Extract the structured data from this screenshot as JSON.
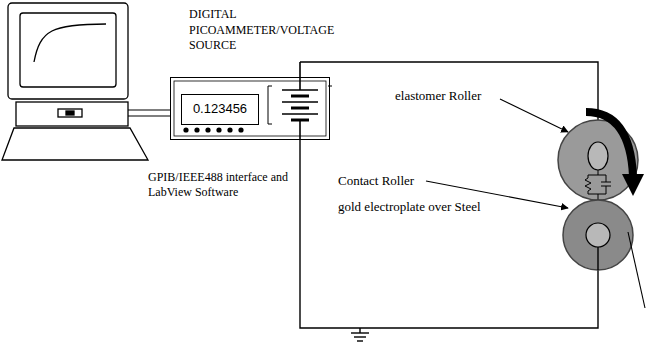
{
  "diagram": {
    "nodes": [
      {
        "text": [
          "DIGITAL PICOAMMETER/VOLTAGE SOURCE"
        ]
      },
      {
        "text": [
          "0.123456"
        ],
        "in": 0
      }
    ],
    "labels": [
      "GPIB/IEEE488 interface and LabView Software",
      "elastomer Roller",
      "Contact Roller",
      "gold electroplate over Steel"
    ]
  }
}
